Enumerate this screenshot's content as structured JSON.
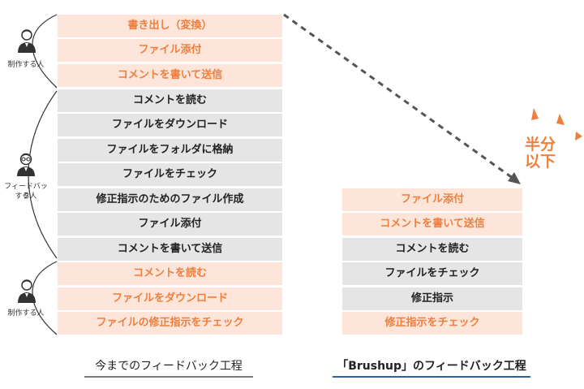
{
  "old_flow": {
    "caption": "今までのフィードバック工程",
    "steps": [
      {
        "label": "書き出し（変換）",
        "type": "orange"
      },
      {
        "label": "ファイル添付",
        "type": "orange"
      },
      {
        "label": "コメントを書いて送信",
        "type": "orange"
      },
      {
        "label": "コメントを読む",
        "type": "gray"
      },
      {
        "label": "ファイルをダウンロード",
        "type": "gray"
      },
      {
        "label": "ファイルをフォルダに格納",
        "type": "gray"
      },
      {
        "label": "ファイルをチェック",
        "type": "gray"
      },
      {
        "label": "修正指示のためのファイル作成",
        "type": "gray"
      },
      {
        "label": "ファイル添付",
        "type": "gray"
      },
      {
        "label": "コメントを書いて送信",
        "type": "gray"
      },
      {
        "label": "コメントを読む",
        "type": "orange"
      },
      {
        "label": "ファイルをダウンロード",
        "type": "orange"
      },
      {
        "label": "ファイルの修正指示をチェック",
        "type": "orange"
      }
    ]
  },
  "new_flow": {
    "caption": "「Brushup」のフィードバック工程",
    "steps": [
      {
        "label": "ファイル添付",
        "type": "orange"
      },
      {
        "label": "コメントを書いて送信",
        "type": "orange"
      },
      {
        "label": "コメントを読む",
        "type": "gray"
      },
      {
        "label": "ファイルをチェック",
        "type": "gray"
      },
      {
        "label": "修正指示",
        "type": "gray"
      },
      {
        "label": "修正指示をチェック",
        "type": "orange"
      }
    ]
  },
  "roles": {
    "creator_top": "制作する人",
    "reviewer_line1": "フィードバック",
    "reviewer_line2": "する人",
    "creator_bottom": "制作する人"
  },
  "highlight": {
    "line1": "半分",
    "line2": "以下"
  },
  "colors": {
    "orange_fill": "#fde6d9",
    "orange_text": "#ee7f3e",
    "gray_fill": "#e5e5e5",
    "arrow": "#555555"
  },
  "icons": {
    "creator": "person-icon",
    "reviewer": "person-with-glasses-icon",
    "burst": "burst-lines-icon",
    "arrow": "dashed-arrow-icon"
  }
}
